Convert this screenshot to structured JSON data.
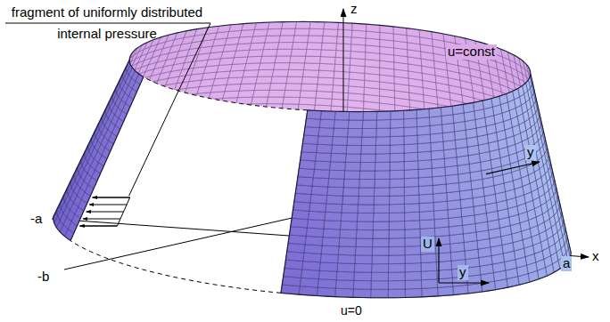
{
  "diagram": {
    "labels": [
      "fragment of uniformly distributed internal pressure",
      "z",
      "u=const",
      "y",
      "-a",
      "-b",
      "U",
      "y",
      "a",
      "x",
      "u=0"
    ]
  }
}
